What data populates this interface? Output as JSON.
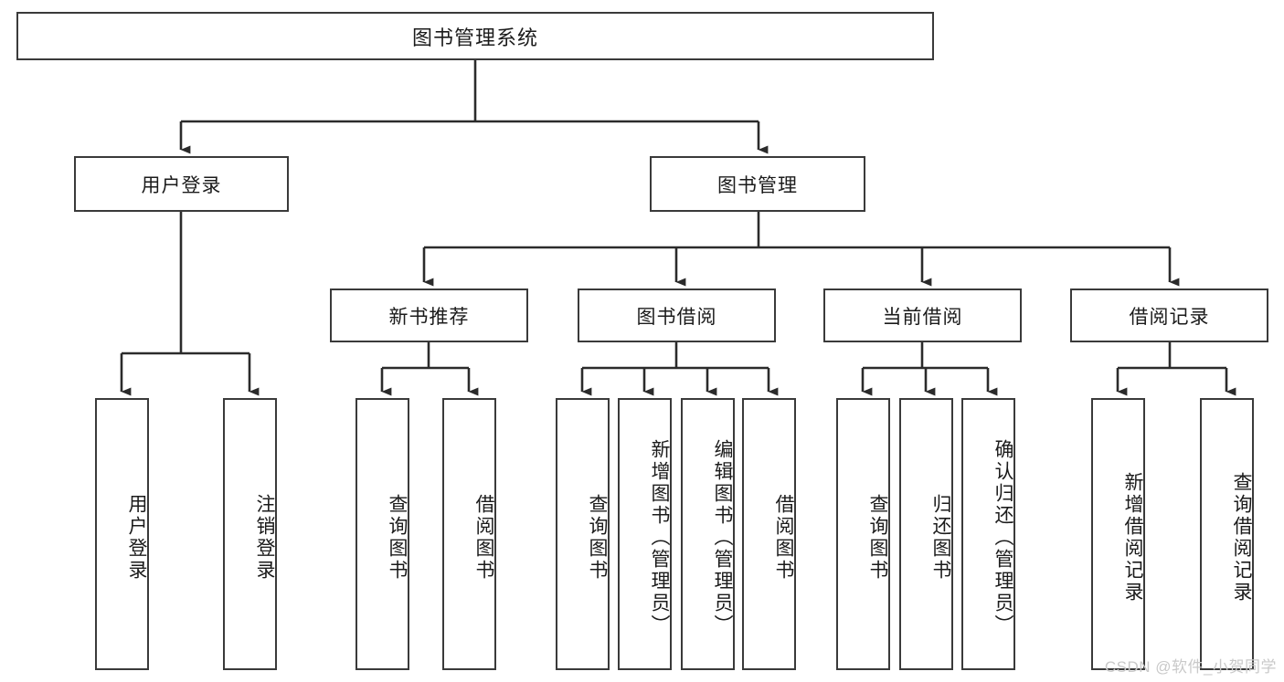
{
  "diagram": {
    "title": "图书管理系统",
    "type": "hierarchy-tree",
    "orientation": "top-down",
    "style": {
      "box_stroke": "#3a3a3a",
      "box_fill": "#ffffff",
      "connector_color": "#2b2b2b",
      "text_color": "#1b1b1b",
      "background": "#ffffff"
    },
    "levels": [
      {
        "level": 1,
        "nodes": [
          {
            "id": "root",
            "label": "图书管理系统",
            "orientation": "horizontal"
          }
        ]
      },
      {
        "level": 2,
        "nodes": [
          {
            "id": "user-login",
            "label": "用户登录",
            "orientation": "horizontal",
            "parent": "root"
          },
          {
            "id": "book-manage",
            "label": "图书管理",
            "orientation": "horizontal",
            "parent": "root"
          }
        ]
      },
      {
        "level": 3,
        "nodes": [
          {
            "id": "new-book-recommend",
            "label": "新书推荐",
            "orientation": "horizontal",
            "parent": "book-manage"
          },
          {
            "id": "book-borrow",
            "label": "图书借阅",
            "orientation": "horizontal",
            "parent": "book-manage"
          },
          {
            "id": "current-borrow",
            "label": "当前借阅",
            "orientation": "horizontal",
            "parent": "book-manage"
          },
          {
            "id": "borrow-record",
            "label": "借阅记录",
            "orientation": "horizontal",
            "parent": "book-manage"
          }
        ]
      },
      {
        "level": 4,
        "nodes": [
          {
            "id": "leaf-user-login",
            "label": "用户登录",
            "orientation": "vertical",
            "parent": "user-login"
          },
          {
            "id": "leaf-logout-login",
            "label": "注销登录",
            "orientation": "vertical",
            "parent": "user-login"
          },
          {
            "id": "leaf-query-book-1",
            "label": "查询图书",
            "orientation": "vertical",
            "parent": "new-book-recommend"
          },
          {
            "id": "leaf-borrow-book-1",
            "label": "借阅图书",
            "orientation": "vertical",
            "parent": "new-book-recommend"
          },
          {
            "id": "leaf-query-book-2",
            "label": "查询图书",
            "orientation": "vertical",
            "parent": "book-borrow"
          },
          {
            "id": "leaf-add-book",
            "label": "新增图书（管理员）",
            "orientation": "vertical",
            "parent": "book-borrow"
          },
          {
            "id": "leaf-edit-book",
            "label": "编辑图书（管理员）",
            "orientation": "vertical",
            "parent": "book-borrow"
          },
          {
            "id": "leaf-borrow-book-2",
            "label": "借阅图书",
            "orientation": "vertical",
            "parent": "book-borrow"
          },
          {
            "id": "leaf-query-book-3",
            "label": "查询图书",
            "orientation": "vertical",
            "parent": "current-borrow"
          },
          {
            "id": "leaf-return-book",
            "label": "归还图书",
            "orientation": "vertical",
            "parent": "current-borrow"
          },
          {
            "id": "leaf-confirm-return",
            "label": "确认归还（管理员）",
            "orientation": "vertical",
            "parent": "current-borrow"
          },
          {
            "id": "leaf-add-record",
            "label": "新增借阅记录",
            "orientation": "vertical",
            "parent": "borrow-record"
          },
          {
            "id": "leaf-query-record",
            "label": "查询借阅记录",
            "orientation": "vertical",
            "parent": "borrow-record"
          }
        ]
      }
    ]
  },
  "watermark": {
    "text": "CSDN @软件_小贺同学"
  }
}
